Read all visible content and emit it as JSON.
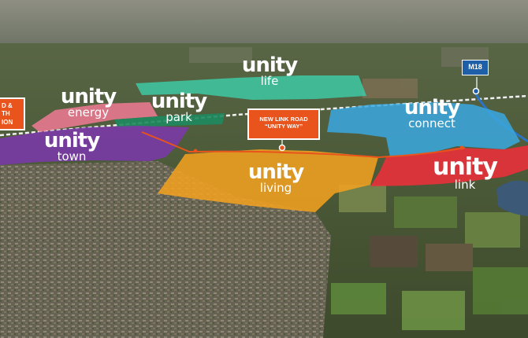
{
  "zones": {
    "life": {
      "brand": "unity",
      "sub": "life"
    },
    "energy": {
      "brand": "unity",
      "sub": "energy"
    },
    "park": {
      "brand": "unity",
      "sub": "park"
    },
    "town": {
      "brand": "unity",
      "sub": "town"
    },
    "living": {
      "brand": "unity",
      "sub": "living"
    },
    "connect": {
      "brand": "unity",
      "sub": "connect"
    },
    "link": {
      "brand": "unity",
      "sub": "link"
    }
  },
  "callouts": {
    "left_partial": {
      "lines": [
        "D &",
        "TH",
        "ION"
      ]
    },
    "link_road": {
      "line1": "NEW LINK ROAD",
      "line2": "“UNITY WAY”"
    }
  },
  "motorway": {
    "label": "M18"
  },
  "colors": {
    "life": "#3ec9a4",
    "energy": "#f07a94",
    "park": "#1d8a5e",
    "town": "#7a3aa6",
    "living": "#f0a020",
    "connect": "#3aa8e0",
    "link": "#e8303a",
    "callout": "#e8541c",
    "motorway": "#1f5fa8"
  }
}
